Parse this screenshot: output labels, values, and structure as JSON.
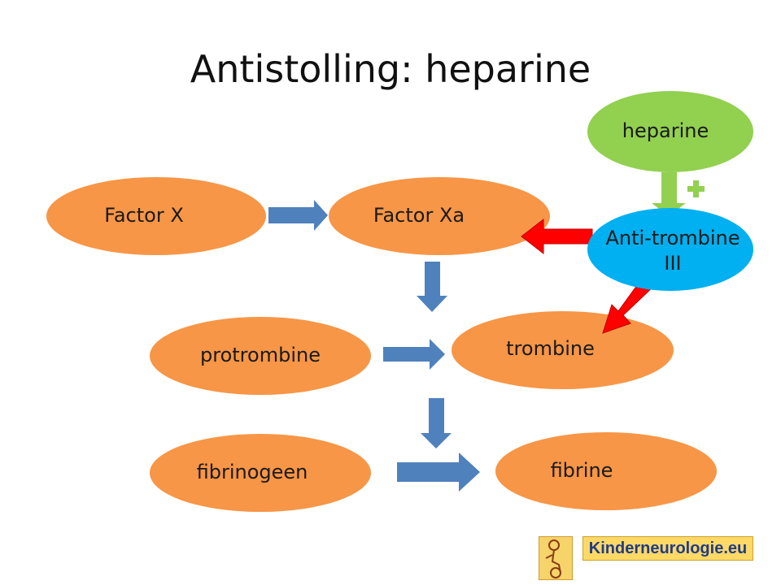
{
  "title": "Antistolling: heparine",
  "nodes": {
    "factor_x": "Factor X",
    "factor_xa": "Factor Xa",
    "protrombine": "protrombine",
    "trombine": "trombine",
    "fibrinogeen": "fibrinogeen",
    "fibrine": "fibrine",
    "heparine": "heparine",
    "antitrombine_line1": "Anti-trombine",
    "antitrombine_line2": "III"
  },
  "activation_sign": "+",
  "brand": "Kinderneurologie.eu",
  "colors": {
    "node_fill": "#f79646",
    "heparine_fill": "#92d050",
    "antitrombine_fill": "#00b0f0",
    "flow_arrow": "#4f81bd",
    "inhibit_arrow": "#ff0000",
    "activate_arrow": "#92d050"
  }
}
